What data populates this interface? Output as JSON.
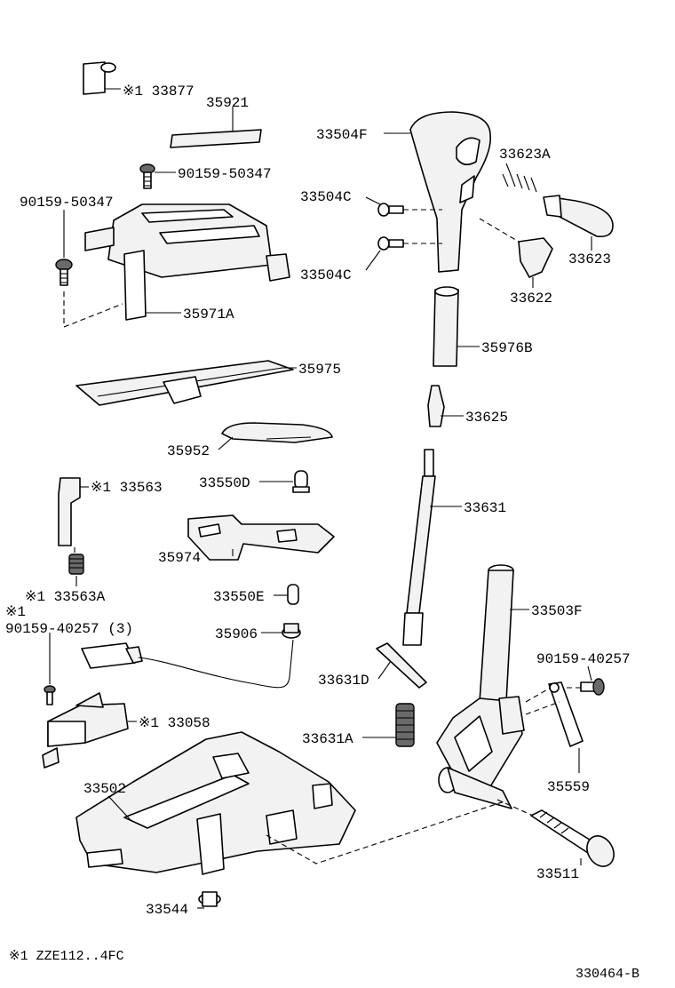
{
  "parts": {
    "p33877": "※1 33877",
    "p35921": "35921",
    "p90159_50347_top": "90159-50347",
    "p90159_50347_left": "90159-50347",
    "p35971A": "35971A",
    "p35975": "35975",
    "p35952": "35952",
    "p33563": "※1 33563",
    "p33550D": "33550D",
    "p35974": "35974",
    "p33563A": "※1 33563A",
    "p33550E": "33550E",
    "p90159_40257_note": "※1",
    "p90159_40257_3": "90159-40257 (3)",
    "p35906": "35906",
    "p33058": "※1 33058",
    "p33502": "33502",
    "p33544": "33544",
    "p33504F": "33504F",
    "p33623A": "33623A",
    "p33504C_top": "33504C",
    "p33504C_bot": "33504C",
    "p33623": "33623",
    "p33622": "33622",
    "p35976B": "35976B",
    "p33625": "33625",
    "p33631": "33631",
    "p33503F": "33503F",
    "p90159_40257_right": "90159-40257",
    "p33631D": "33631D",
    "p33631A": "33631A",
    "p35559": "35559",
    "p33511": "33511"
  },
  "footer": {
    "note": "※1  ZZE112..4FC",
    "diagram_id": "330464-B"
  }
}
